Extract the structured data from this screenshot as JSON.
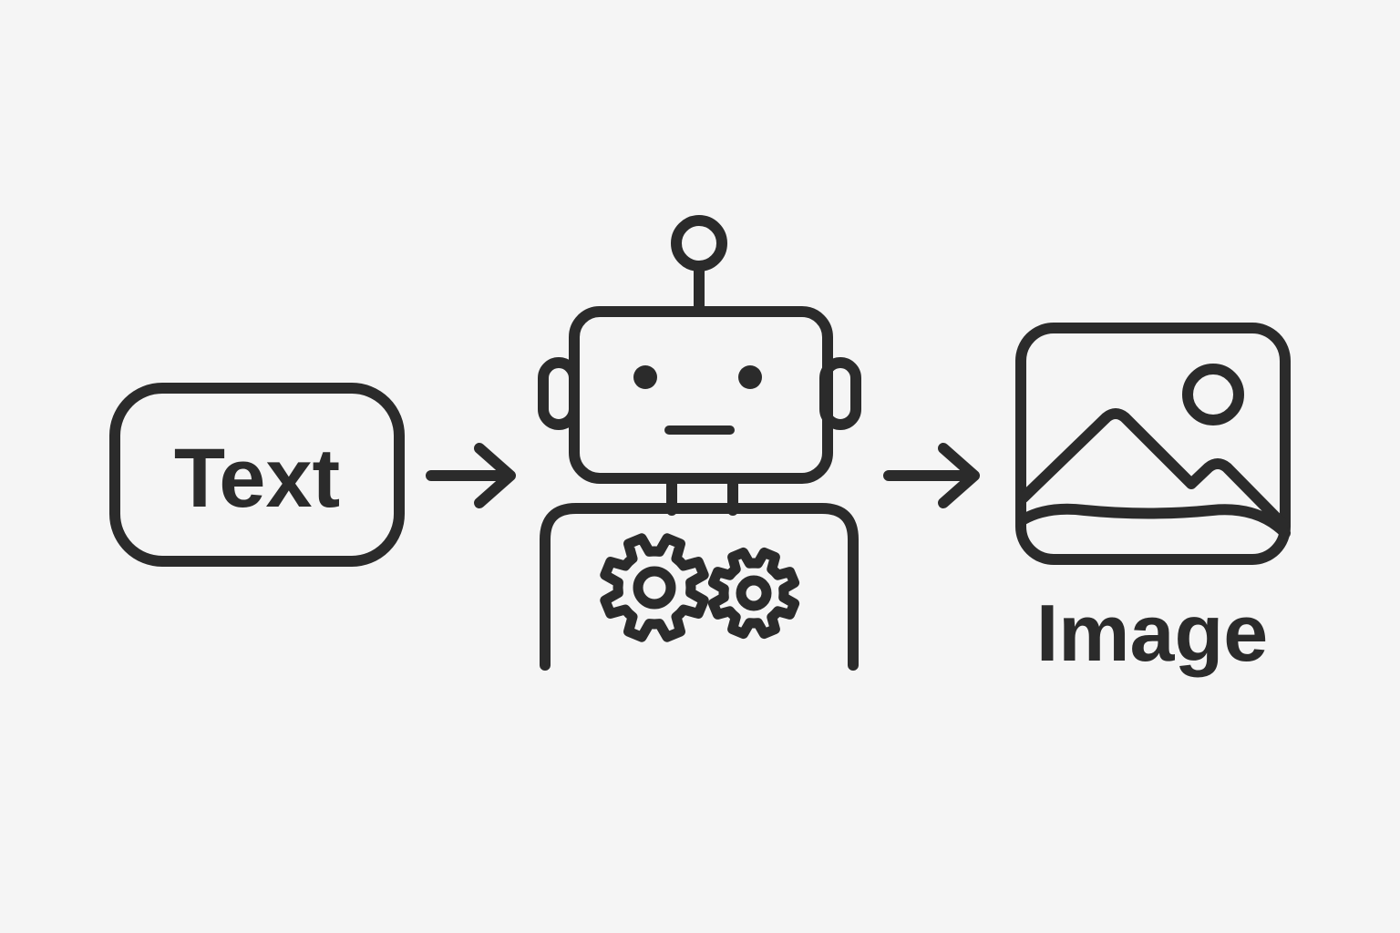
{
  "diagram": {
    "input_label": "Text",
    "output_label": "Image",
    "nodes": [
      {
        "id": "text-box",
        "icon": "text-box-icon"
      },
      {
        "id": "robot",
        "icon": "robot-icon"
      },
      {
        "id": "image",
        "icon": "image-icon"
      }
    ],
    "edges": [
      {
        "from": "text-box",
        "to": "robot",
        "icon": "arrow-right-icon"
      },
      {
        "from": "robot",
        "to": "image",
        "icon": "arrow-right-icon"
      }
    ]
  },
  "colors": {
    "background": "#f5f5f5",
    "stroke": "#2b2b2b"
  }
}
